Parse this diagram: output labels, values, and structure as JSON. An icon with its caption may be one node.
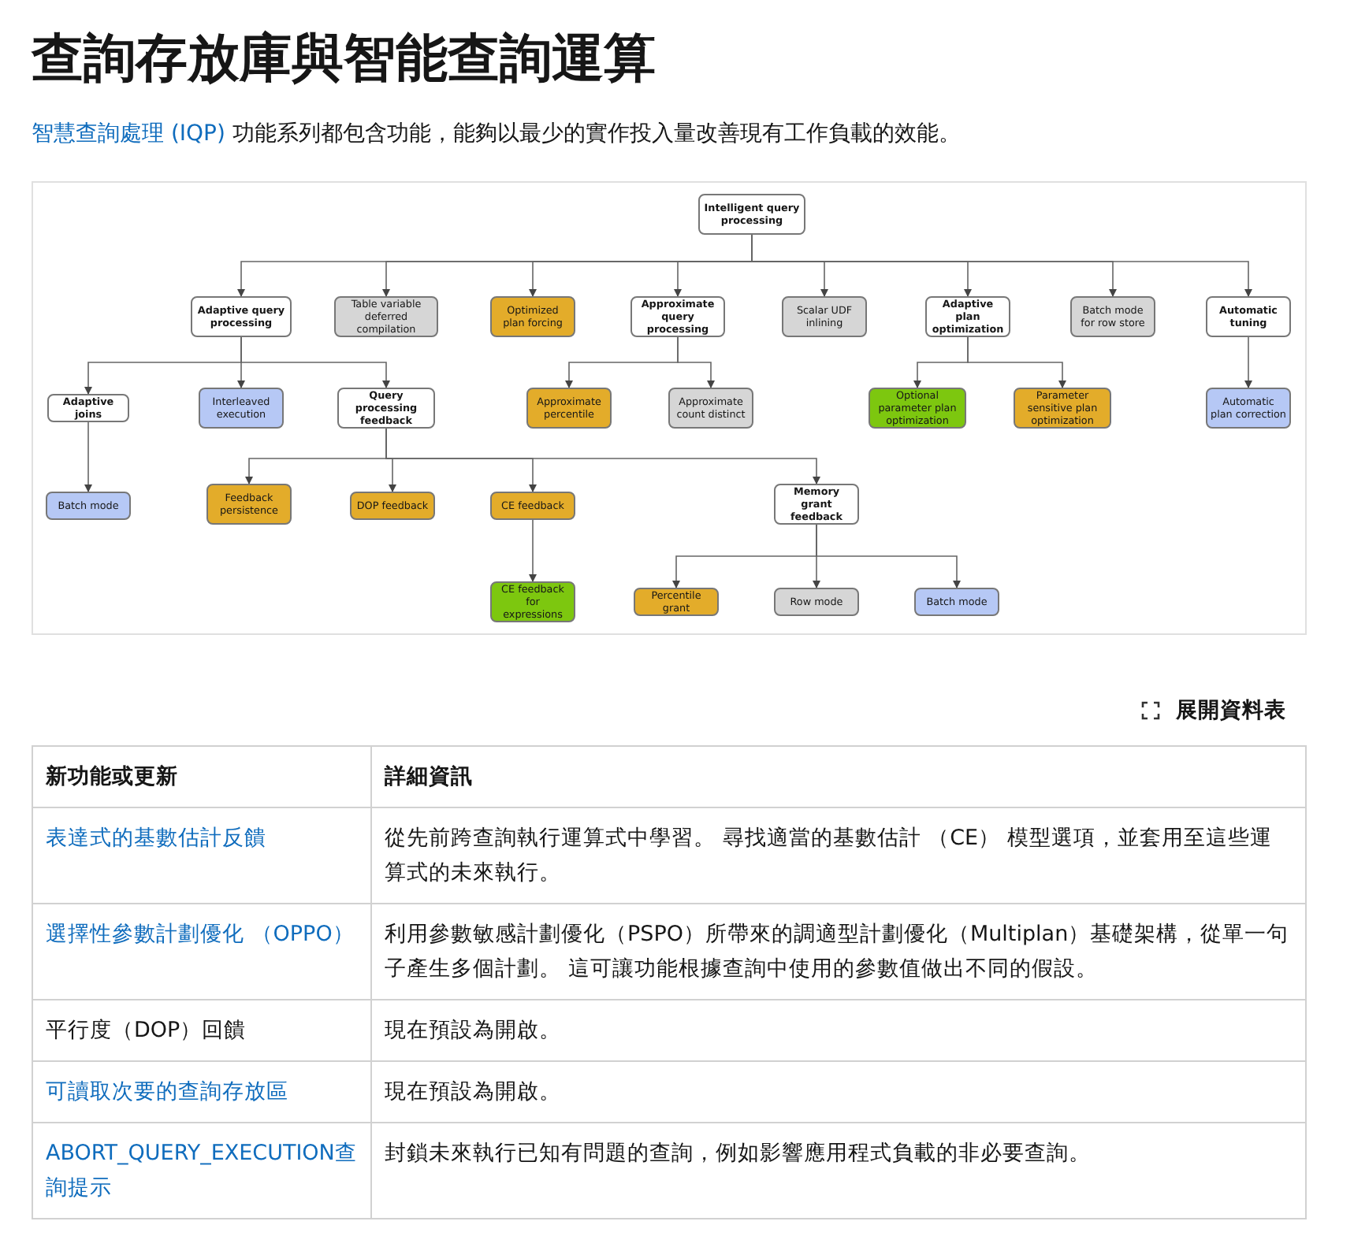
{
  "diagram": {
    "title": "查詢存放庫與智能查詢運算",
    "nodes": [
      {
        "text": [
          "Intelligent query processing"
        ]
      },
      {
        "text": [
          "Adaptive query processing"
        ]
      },
      {
        "text": [
          "Table variable deferred compilation"
        ]
      },
      {
        "text": [
          "Optimized plan forcing"
        ]
      },
      {
        "text": [
          "Approximate query processing"
        ]
      },
      {
        "text": [
          "Scalar UDF inlining"
        ]
      },
      {
        "text": [
          "Adaptive plan optimization"
        ]
      },
      {
        "text": [
          "Batch mode for row store"
        ]
      },
      {
        "text": [
          "Automatic tuning"
        ]
      },
      {
        "text": [
          "Adaptive joins"
        ]
      },
      {
        "text": [
          "Interleaved execution"
        ]
      },
      {
        "text": [
          "Query processing feedback"
        ]
      },
      {
        "text": [
          "Approximate percentile"
        ]
      },
      {
        "text": [
          "Approximate count distinct"
        ]
      },
      {
        "text": [
          "Optional parameter plan optimization"
        ]
      },
      {
        "text": [
          "Parameter sensitive plan optimization"
        ]
      },
      {
        "text": [
          "Automatic plan correction"
        ]
      },
      {
        "text": [
          "Batch mode"
        ]
      },
      {
        "text": [
          "Feedback persistence"
        ]
      },
      {
        "text": [
          "DOP feedback"
        ]
      },
      {
        "text": [
          "CE feedback"
        ]
      },
      {
        "text": [
          "Memory grant feedback"
        ]
      },
      {
        "text": [
          "CE feedback for expressions"
        ]
      },
      {
        "text": [
          "Percentile grant"
        ]
      },
      {
        "text": [
          "Row mode"
        ]
      },
      {
        "text": [
          "Batch mode"
        ]
      }
    ],
    "edges": [
      {
        "from": 0,
        "to": 1,
        "arrow": "to"
      },
      {
        "from": 0,
        "to": 2,
        "arrow": "to"
      },
      {
        "from": 0,
        "to": 3,
        "arrow": "to"
      },
      {
        "from": 0,
        "to": 4,
        "arrow": "to"
      },
      {
        "from": 0,
        "to": 5,
        "arrow": "to"
      },
      {
        "from": 0,
        "to": 6,
        "arrow": "to"
      },
      {
        "from": 0,
        "to": 7,
        "arrow": "to"
      },
      {
        "from": 0,
        "to": 8,
        "arrow": "to"
      },
      {
        "from": 1,
        "to": 9,
        "arrow": "to"
      },
      {
        "from": 1,
        "to": 10,
        "arrow": "to"
      },
      {
        "from": 1,
        "to": 11,
        "arrow": "to"
      },
      {
        "from": 4,
        "to": 12,
        "arrow": "to"
      },
      {
        "from": 4,
        "to": 13,
        "arrow": "to"
      },
      {
        "from": 6,
        "to": 14,
        "arrow": "to"
      },
      {
        "from": 6,
        "to": 15,
        "arrow": "to"
      },
      {
        "from": 8,
        "to": 16,
        "arrow": "to"
      },
      {
        "from": 9,
        "to": 17,
        "arrow": "to"
      },
      {
        "from": 11,
        "to": 18,
        "arrow": "to"
      },
      {
        "from": 11,
        "to": 19,
        "arrow": "to"
      },
      {
        "from": 11,
        "to": 20,
        "arrow": "to"
      },
      {
        "from": 11,
        "to": 21,
        "arrow": "to"
      },
      {
        "from": 20,
        "to": 22,
        "arrow": "to"
      },
      {
        "from": 21,
        "to": 23,
        "arrow": "to"
      },
      {
        "from": 21,
        "to": 24,
        "arrow": "to"
      },
      {
        "from": 21,
        "to": 25,
        "arrow": "to"
      }
    ],
    "labels": [
      "智慧查詢處理 (IQP)",
      "功能系列都包含功能，能夠以最少的實作投入量改善現有工作負載的效能。",
      "展開資料表",
      "新功能或更新",
      "詳細資訊",
      "表達式的基數估計反饋",
      "從先前跨查詢執行運算式中學習。 尋找適當的基數估計 （CE） 模型選項，並套用至這些運算式的未來執行。",
      "選擇性參數計劃優化 （OPPO）",
      "利用參數敏感計劃優化（PSPO）所帶來的調適型計劃優化（Multiplan）基礎架構，從單一句子產生多個計劃。 這可讓功能根據查詢中使用的參數值做出不同的假設。",
      "平行度（DOP）回饋",
      "現在預設為開啟。",
      "可讀取次要的查詢存放區",
      "現在預設為開啟。",
      "ABORT_QUERY_EXECUTION查詢提示",
      "封鎖未來執行已知有問題的查詢，例如影響應用程式負載的非必要查詢。"
    ]
  }
}
